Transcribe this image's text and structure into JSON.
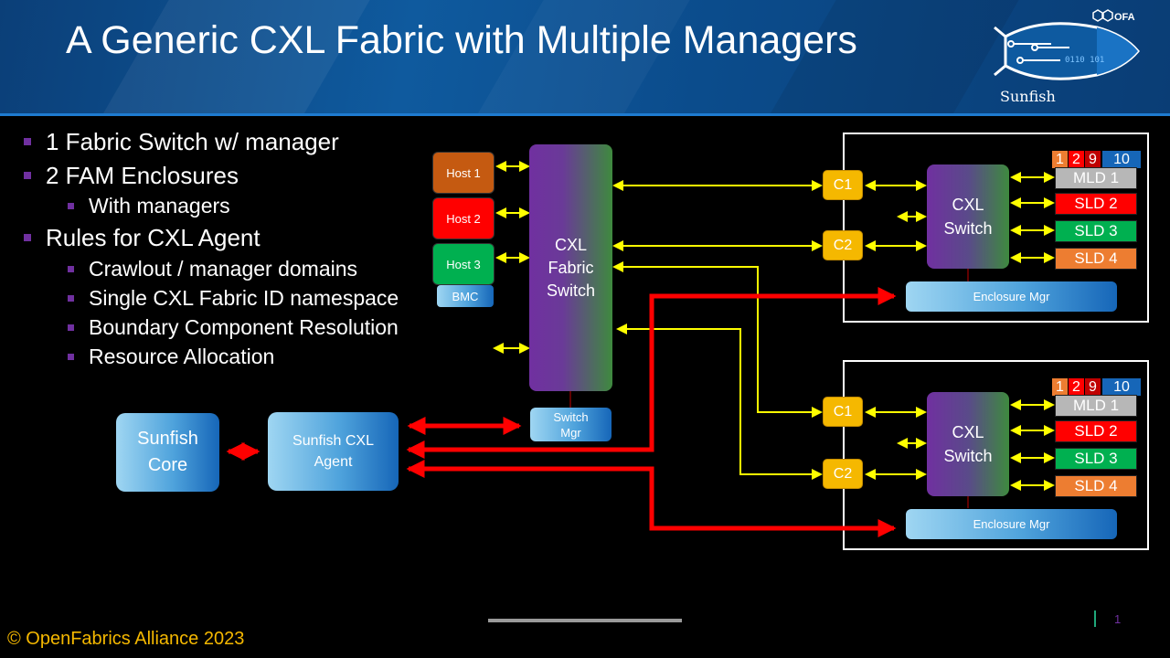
{
  "title": "A Generic CXL Fabric with Multiple Managers",
  "logo": {
    "brand": "Sunfish",
    "ofa": "OFA"
  },
  "bullets": {
    "b1": "1 Fabric Switch w/ manager",
    "b2": "2 FAM Enclosures",
    "b2a": "With managers",
    "b3": "Rules for CXL Agent",
    "b3a": "Crawlout / manager domains",
    "b3b": "Single CXL Fabric ID namespace",
    "b3c": "Boundary Component Resolution",
    "b3d": "Resource Allocation"
  },
  "hosts": {
    "h1": "Host 1",
    "h2": "Host 2",
    "h3": "Host 3",
    "bmc": "BMC"
  },
  "fabric": {
    "label": "CXL Fabric Switch",
    "mgr": "Switch Mgr"
  },
  "sunfish": {
    "core": "Sunfish Core",
    "agent": "Sunfish CXL Agent"
  },
  "enclosure": {
    "port1": "C1",
    "port2": "C2",
    "switch": "CXL Switch",
    "tags": [
      "1",
      "2",
      "9",
      "10"
    ],
    "devices": [
      "MLD 1",
      "SLD 2",
      "SLD 3",
      "SLD 4"
    ],
    "mgr": "Enclosure Mgr"
  },
  "colors": {
    "host1": "#c55a11",
    "host2": "#ff0000",
    "host3": "#00b050",
    "port": "#f5b800",
    "purple": "#7030a0",
    "arrow_red": "#ff0000",
    "arrow_yellow": "#ffff00"
  },
  "footer": {
    "copyright": "© OpenFabrics Alliance 2023",
    "page": "1"
  }
}
